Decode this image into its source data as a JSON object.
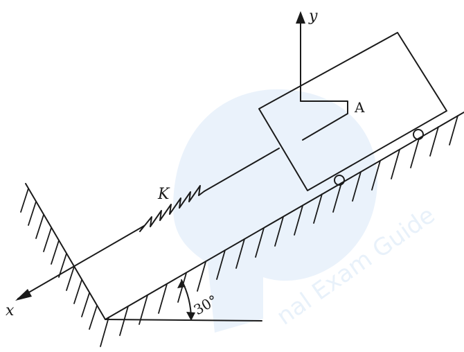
{
  "labels": {
    "spring": "K",
    "block": "A",
    "x_axis": "x",
    "y_axis": "y",
    "angle": "30°"
  },
  "watermark": {
    "text": "nal Exam Guide"
  },
  "colors": {
    "ink": "#1a1a1a",
    "watermark": "#2f7fd6"
  }
}
